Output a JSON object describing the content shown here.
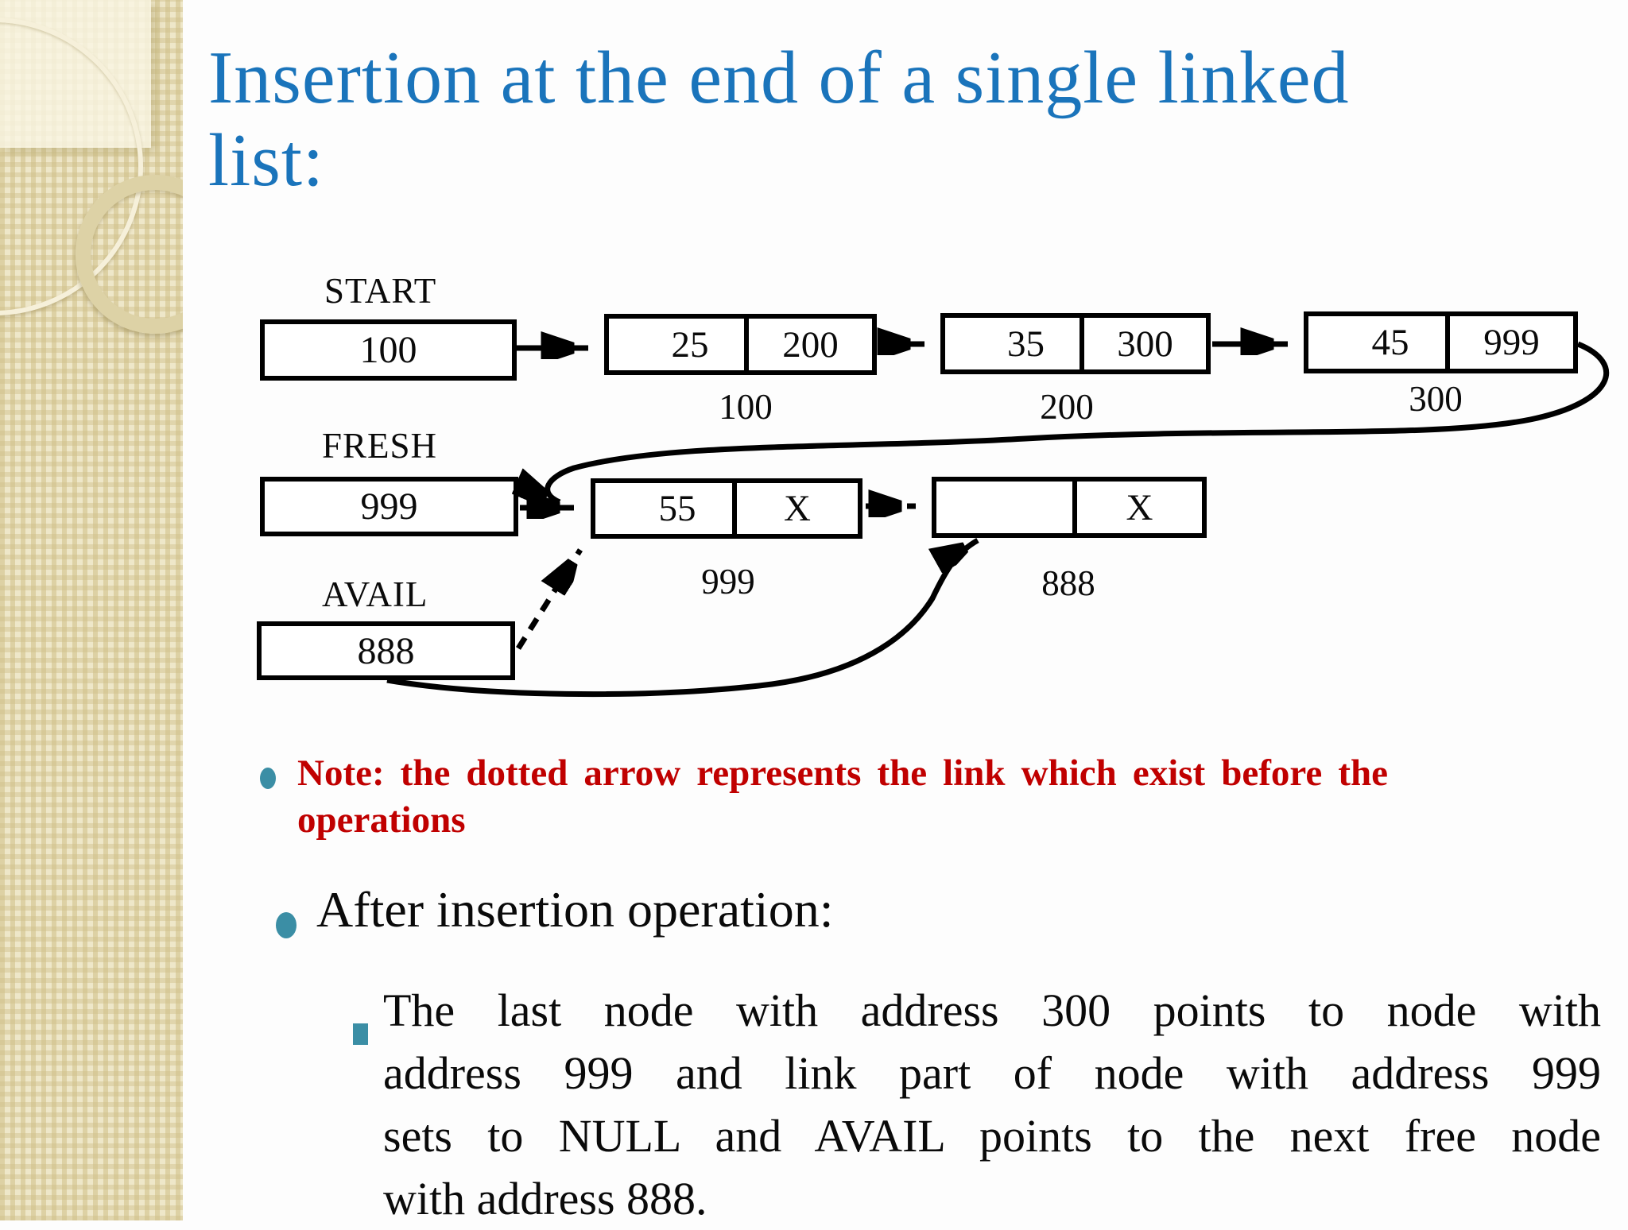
{
  "slide": {
    "title_line1": "Insertion at the end of a single linked",
    "title_line2": "list:",
    "colors": {
      "title_blue": "#1a74bb",
      "note_red": "#c00000",
      "bullet_teal": "#3b8ea5",
      "diagram_ink": "#000000",
      "sidebar_beige": "#e9e0ba"
    }
  },
  "diagram": {
    "pointers": [
      {
        "label": "START",
        "value": "100"
      },
      {
        "label": "FRESH",
        "value": "999"
      },
      {
        "label": "AVAIL",
        "value": "888"
      }
    ],
    "nodes": [
      {
        "data": "25",
        "link": "200",
        "address": "100"
      },
      {
        "data": "35",
        "link": "300",
        "address": "200"
      },
      {
        "data": "45",
        "link": "999",
        "address": "300"
      },
      {
        "data": "55",
        "link": "X",
        "address": "999"
      },
      {
        "data": "",
        "link": "X",
        "address": "888"
      }
    ]
  },
  "note": {
    "line1": "Note: the dotted arrow represents the link which exist before the",
    "line2": "operations"
  },
  "bullets": {
    "after_heading": "After insertion operation:",
    "detail_lines": [
      "The last node with address 300 points to node with",
      "address 999 and link part of node with address 999",
      "sets to NULL and AVAIL points to the next free node",
      "with address 888."
    ]
  }
}
